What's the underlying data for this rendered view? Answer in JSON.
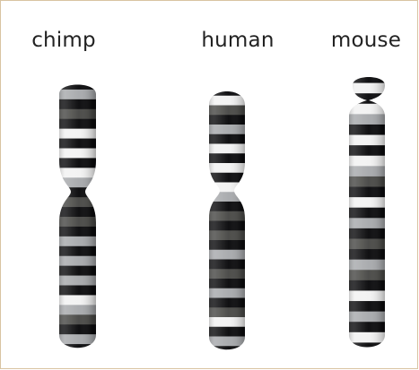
{
  "labels": {
    "chimp": "chimp",
    "human": "human",
    "mouse": "mouse"
  },
  "colors": {
    "frame": "#d9c4a2",
    "black_band": "#0b0b0d",
    "dark_gray_band": "#4a4a47",
    "light_gray_band": "#a8aaad",
    "white_band": "#f2f2f2"
  },
  "chromosomes": [
    {
      "species": "chimp",
      "banding": [
        "black",
        "light",
        "black",
        "dark",
        "black",
        "white",
        "black",
        "white",
        "black",
        "white",
        "light",
        "black",
        "dark",
        "black",
        "dark",
        "black",
        "light",
        "black",
        "light",
        "black",
        "light",
        "black",
        "white",
        "light",
        "dark",
        "black",
        "light",
        "black"
      ]
    },
    {
      "species": "human",
      "banding": [
        "black",
        "white",
        "dark",
        "black",
        "light",
        "black",
        "white",
        "black",
        "white",
        "black",
        "white",
        "light",
        "black",
        "dark",
        "black",
        "dark",
        "black",
        "light",
        "black",
        "dark",
        "black",
        "light",
        "black",
        "dark",
        "white",
        "black",
        "light",
        "black"
      ]
    },
    {
      "species": "mouse",
      "banding": [
        "black",
        "white",
        "black",
        "white",
        "light",
        "black",
        "white",
        "black",
        "white",
        "light",
        "dark",
        "black",
        "white",
        "black",
        "light",
        "black",
        "dark",
        "black",
        "light",
        "dark",
        "black",
        "white",
        "black",
        "light",
        "black",
        "white",
        "black"
      ]
    }
  ]
}
